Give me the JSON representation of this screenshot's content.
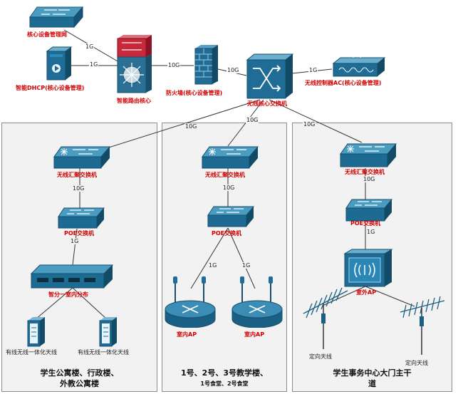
{
  "core": {
    "mgmt_switch": "核心设备管理网",
    "dhcp_server": "智能DHCP(核心设备管理)",
    "core_router": "智能路由核心",
    "firewall": "防火墙(核心设备管理)",
    "wireless_core": "无线核心交换机",
    "wireless_ac": "无线控制器AC(核心设备管理)"
  },
  "links": {
    "l_mgmt": "1G",
    "l_dhcp": "1G",
    "l_router_fw": "10G",
    "l_fw_core": "10G",
    "l_core_ac": "1G",
    "l_core_a": "10G",
    "l_core_b": "10G",
    "l_core_c": "10G",
    "l_a_agg_poe": "10G",
    "l_a_poe_splitter": "1G",
    "l_b_agg_poe": "10G",
    "l_b_poe_ap1": "1G",
    "l_b_poe_ap2": "1G",
    "l_c_agg_poe": "10G",
    "l_c_poe_ap": "1G"
  },
  "panel_a": {
    "agg_switch": "无线汇聚交换机",
    "poe_switch": "POE交换机",
    "splitter": "智分一室内分布",
    "antenna1": "有线无线一体化天线",
    "antenna2": "有线无线一体化天线",
    "title": "学生公寓楼、行政楼、",
    "title2": "外教公寓楼"
  },
  "panel_b": {
    "agg_switch": "无线汇聚交换机",
    "poe_switch": "POE交换机",
    "ap1": "室内AP",
    "ap2": "室内AP",
    "title": "1号、2号、3号教学楼、",
    "title2": "1号食堂、2号食堂"
  },
  "panel_c": {
    "agg_switch": "无线汇聚交换机",
    "poe_switch": "POE交换机",
    "outdoor_ap": "室外AP",
    "antenna1": "定向天线",
    "antenna2": "定向天线",
    "title": "学生事务中心大门主干",
    "title2": "道"
  }
}
